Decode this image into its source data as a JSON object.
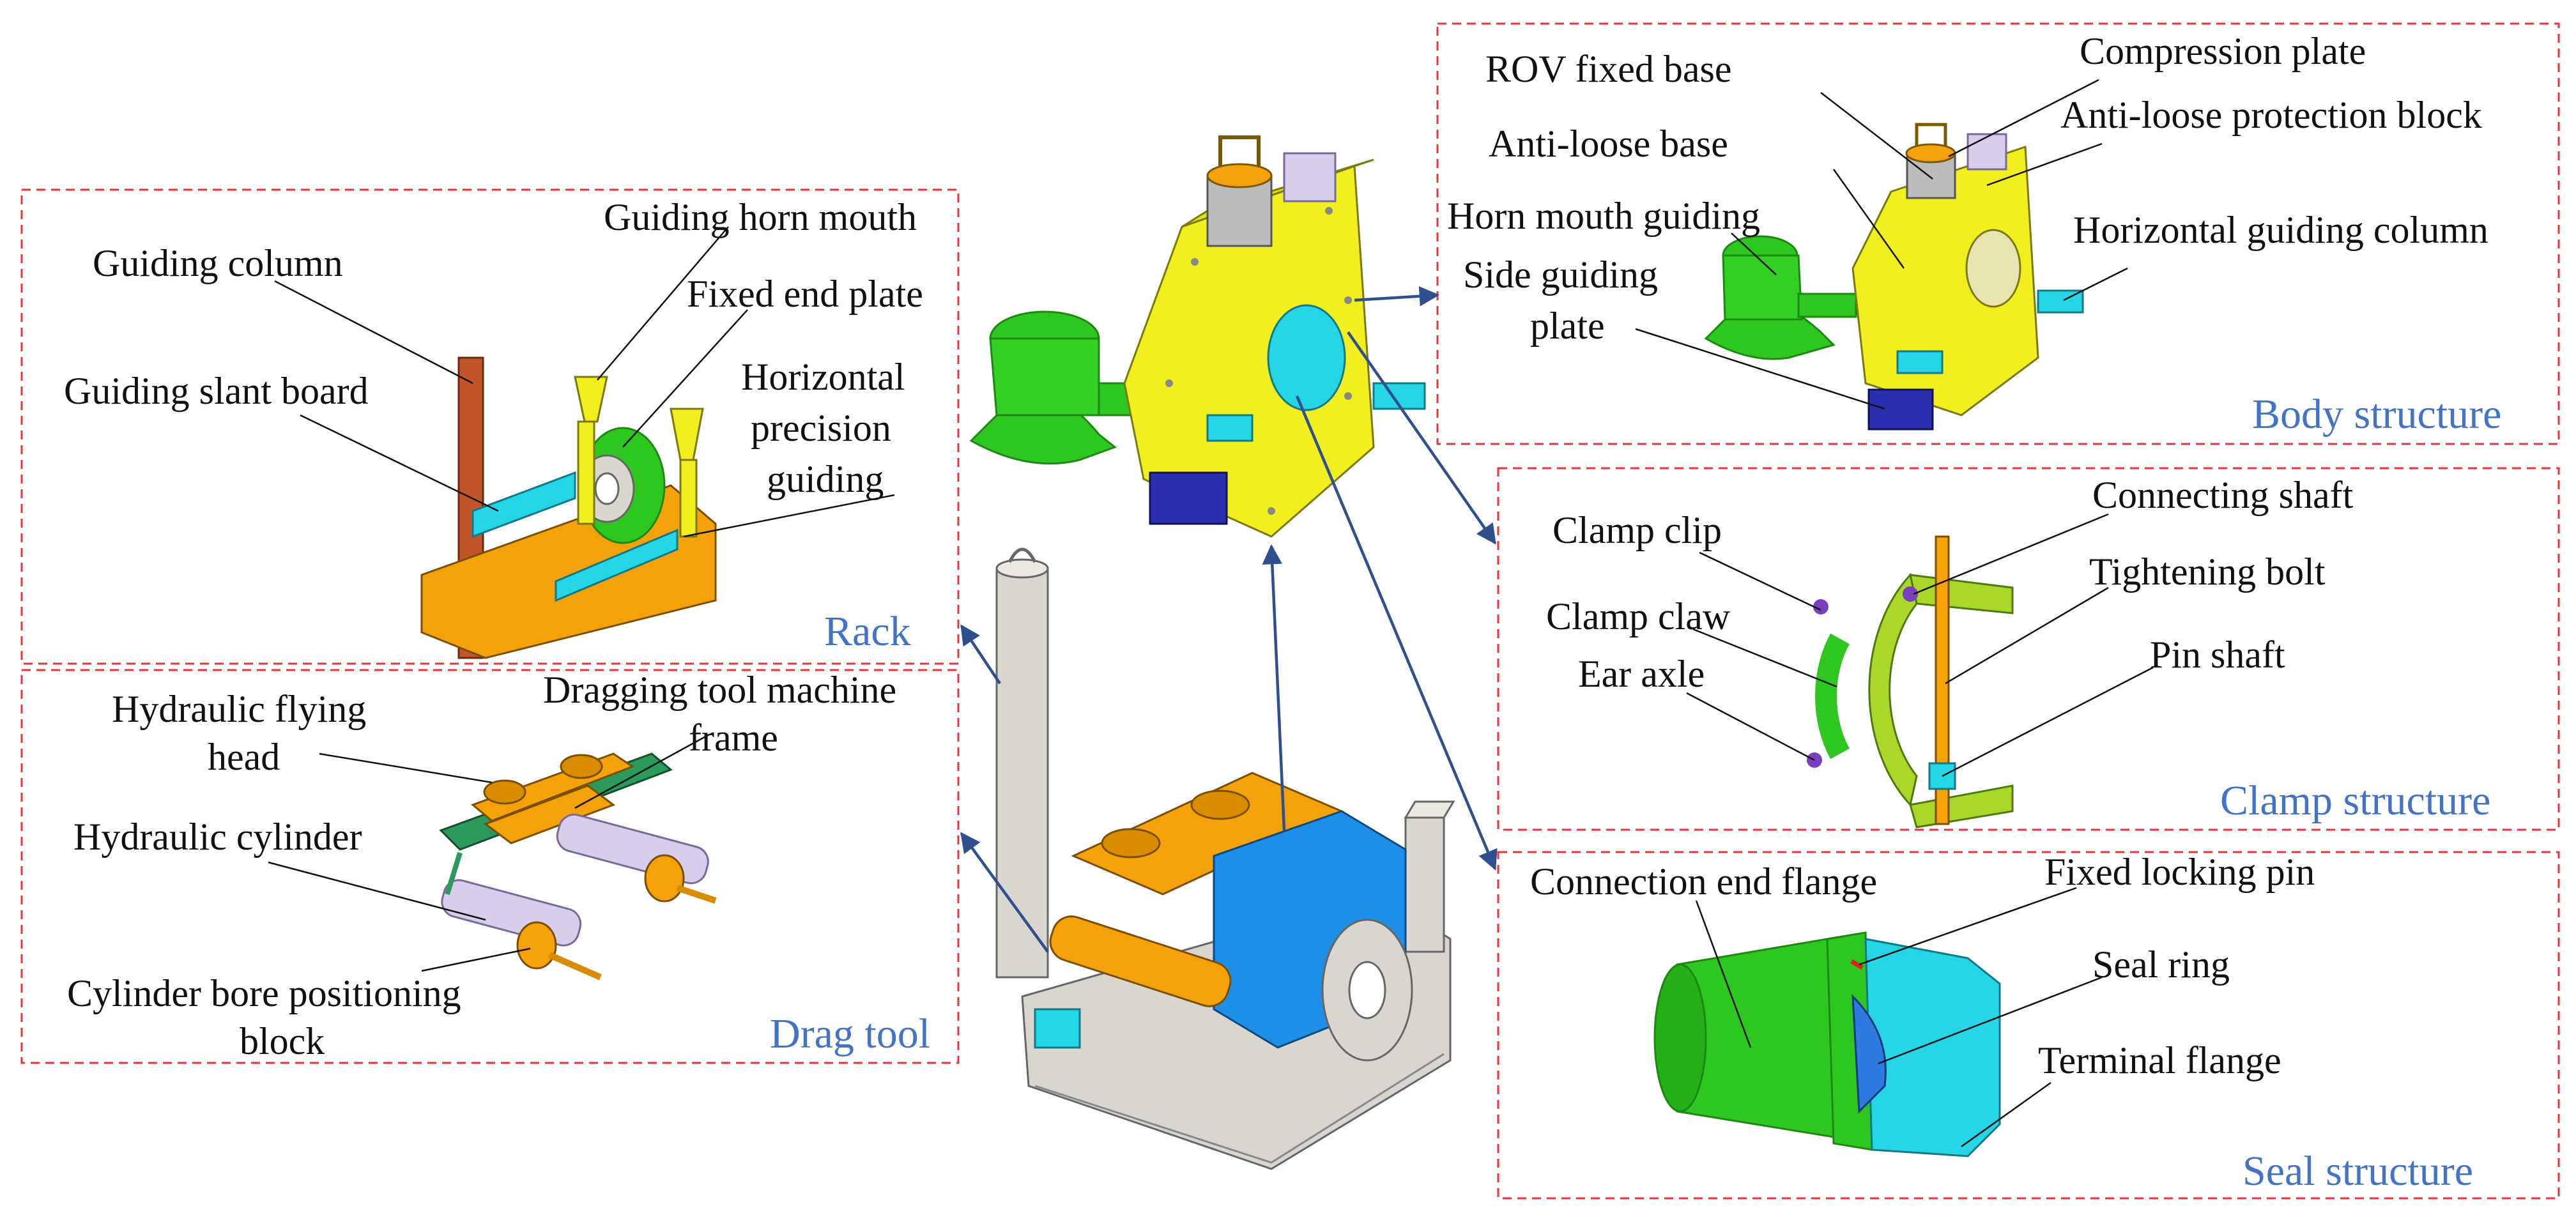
{
  "colors": {
    "box_border": "#e8323c",
    "section_title": "#4472c4",
    "arrow": "#2f4f8f",
    "yellow_body": "#f2ef1e",
    "green_part": "#2ec71f",
    "cyan_part": "#25d6e6",
    "orange_part": "#f5a20a",
    "blue_part": "#1e8fe6",
    "grey_frame": "#d9d6cf",
    "navy_plate": "#2a2fb0",
    "brown_column": "#c0562a",
    "lavender_part": "#d8cdea"
  },
  "sections": {
    "rack": {
      "title": "Rack",
      "labels": {
        "guiding_column": "Guiding column",
        "guiding_horn_mouth": "Guiding horn mouth",
        "fixed_end_plate": "Fixed end plate",
        "guiding_slant_board": "Guiding slant board",
        "horizontal_precision_guiding": [
          "Horizontal",
          "precision",
          "guiding"
        ]
      }
    },
    "drag_tool": {
      "title": "Drag tool",
      "labels": {
        "hydraulic_flying_head": [
          "Hydraulic flying",
          "head"
        ],
        "dragging_tool_machine_frame": [
          "Dragging tool machine",
          "frame"
        ],
        "hydraulic_cylinder": "Hydraulic cylinder",
        "cylinder_bore_positioning_block": [
          "Cylinder bore positioning",
          "block"
        ]
      }
    },
    "body": {
      "title": "Body structure",
      "labels": {
        "rov_fixed_base": "ROV fixed base",
        "compression_plate": "Compression plate",
        "anti_loose_base": "Anti-loose base",
        "anti_loose_protection_block": "Anti-loose protection block",
        "horn_mouth_guiding": "Horn mouth guiding",
        "horizontal_guiding_column": "Horizontal guiding column",
        "side_guiding_plate": [
          "Side guiding",
          "plate"
        ]
      }
    },
    "clamp": {
      "title": "Clamp structure",
      "labels": {
        "connecting_shaft": "Connecting shaft",
        "clamp_clip": "Clamp clip",
        "tightening_bolt": "Tightening bolt",
        "clamp_claw": "Clamp claw",
        "pin_shaft": "Pin shaft",
        "ear_axle": "Ear axle"
      }
    },
    "seal": {
      "title": "Seal structure",
      "labels": {
        "connection_end_flange": "Connection end flange",
        "fixed_locking_pin": "Fixed locking pin",
        "seal_ring": "Seal ring",
        "terminal_flange": "Terminal flange"
      }
    }
  }
}
